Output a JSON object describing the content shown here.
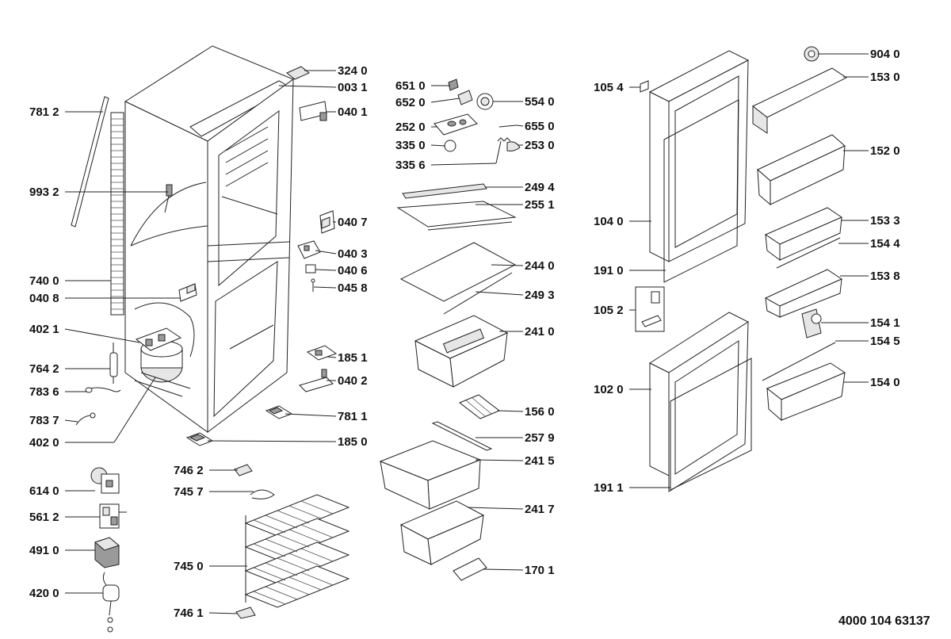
{
  "drawing_code": "4000 104 63137",
  "part_labels": [
    "781 2",
    "993 2",
    "740 0",
    "040 8",
    "402 1",
    "764 2",
    "783 6",
    "783 7",
    "402 0",
    "614 0",
    "561 2",
    "491 0",
    "420 0",
    "324 0",
    "003 1",
    "040 1",
    "040 7",
    "040 3",
    "040 6",
    "045 8",
    "185 1",
    "040 2",
    "781 1",
    "185 0",
    "746 2",
    "745 7",
    "745 0",
    "746 1",
    "651 0",
    "652 0",
    "252 0",
    "335 0",
    "335 6",
    "554 0",
    "655 0",
    "253 0",
    "249 4",
    "255 1",
    "244 0",
    "249 3",
    "241 0",
    "156 0",
    "257 9",
    "241 5",
    "241 7",
    "170 1",
    "105 4",
    "104 0",
    "191 0",
    "105 2",
    "102 0",
    "191 1",
    "904 0",
    "153 0",
    "152 0",
    "153 3",
    "154 4",
    "153 8",
    "154 1",
    "154 5",
    "154 0"
  ]
}
